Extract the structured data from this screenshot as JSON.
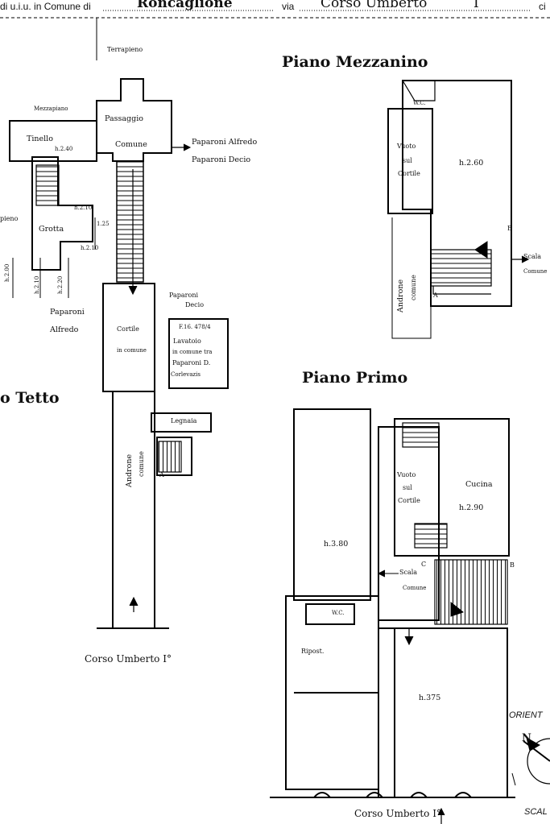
{
  "header": {
    "prefix": "di u.i.u. in Comune di",
    "comune": "Roncaglione",
    "via_label": "via",
    "via": "Corso Umberto",
    "civico": "I",
    "suffix": "ci"
  },
  "ground_floor": {
    "title": "o Tetto",
    "terrapieno_top": "Terrapieno",
    "terrapieno_left": "pieno",
    "mezzapiano": "Mezzapiano",
    "passaggio": "Passaggio",
    "comune": "Comune",
    "tinello": "Tinello",
    "tinello_h": "h.2.40",
    "grotta": "Grotta",
    "h_grotta_a": "h.2.10",
    "h_grotta_b": "h.2.10",
    "h_grotta_c": "1.25",
    "h_v1": "h.2.00",
    "h_v2": "h.2.10",
    "h_v3": "h.2.20",
    "neighbor_right_1": "Paparoni Alfredo",
    "neighbor_right_2": "Paparoni Decio",
    "neighbor_left_1": "Paparoni",
    "neighbor_left_2": "Alfredo",
    "neighbor_tr_1": "Paparoni",
    "neighbor_tr_2": "Decio",
    "cortile_1": "Cortile",
    "cortile_2": "in comune",
    "fig_ref": "F.16. 478/4",
    "lavatoio_1": "Lavatoio",
    "lavatoio_2": "in comune tra",
    "lavatoio_3": "Paparoni D.",
    "lavatoio_4": "Corlevazis",
    "legnaia": "Legnaia",
    "androne_1": "Androne",
    "androne_2": "comune",
    "mark_a": "A",
    "street": "Corso Umberto I°"
  },
  "mezzanine": {
    "title": "Piano Mezzanino",
    "wc": "W.C.",
    "vuoto_1": "Vuoto",
    "vuoto_2": "sul",
    "vuoto_3": "Cortile",
    "height": "h.2.60",
    "mark_b": "B",
    "mark_a": "A",
    "scala_1": "Scala",
    "scala_2": "Comune",
    "androne_1": "Androne",
    "androne_2": "comune"
  },
  "first_floor": {
    "title": "Piano Primo",
    "vuoto_1": "Vuoto",
    "vuoto_2": "sul",
    "vuoto_3": "Cortile",
    "cucina": "Cucina",
    "cucina_h": "h.2.90",
    "room_h": "h.3.80",
    "mark_c": "C",
    "mark_b": "B",
    "scala_1": "Scala",
    "scala_2": "Comune",
    "wc": "W.C.",
    "ripost": "Ripost.",
    "big_room_h": "h.375",
    "orient": "ORIENT",
    "north": "N",
    "scale": "SCAL",
    "street": "Corso Umberto I°"
  }
}
